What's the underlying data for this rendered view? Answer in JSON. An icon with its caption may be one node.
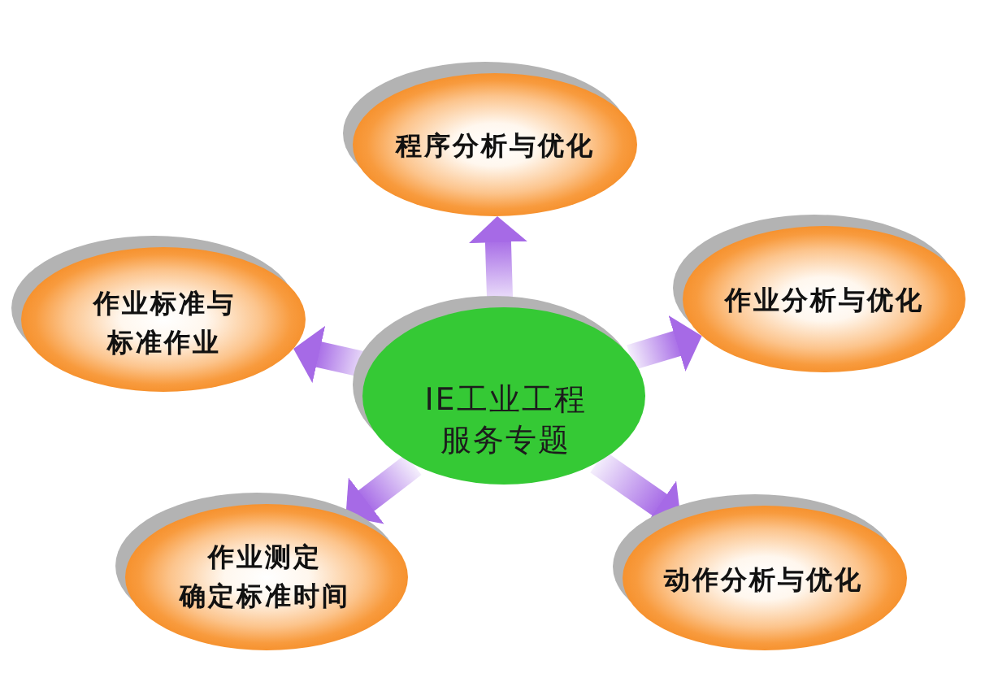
{
  "diagram": {
    "nodes": [
      {
        "text": [
          "程序分析与优化"
        ]
      },
      {
        "text": [
          "作业标准与标准作业"
        ]
      },
      {
        "text": [
          "作业分析与优化"
        ]
      },
      {
        "text": [
          "IE工业工程服务专题"
        ]
      },
      {
        "text": [
          "作业测定确定标准时间"
        ]
      },
      {
        "text": [
          "动作分析与优化"
        ]
      }
    ],
    "edges": [
      {
        "from": 3,
        "to": 0,
        "arrow": "to"
      },
      {
        "from": 3,
        "to": 1,
        "arrow": "to"
      },
      {
        "from": 3,
        "to": 2,
        "arrow": "to"
      },
      {
        "from": 3,
        "to": 4,
        "arrow": "to"
      },
      {
        "from": 3,
        "to": 5,
        "arrow": "to"
      }
    ]
  }
}
